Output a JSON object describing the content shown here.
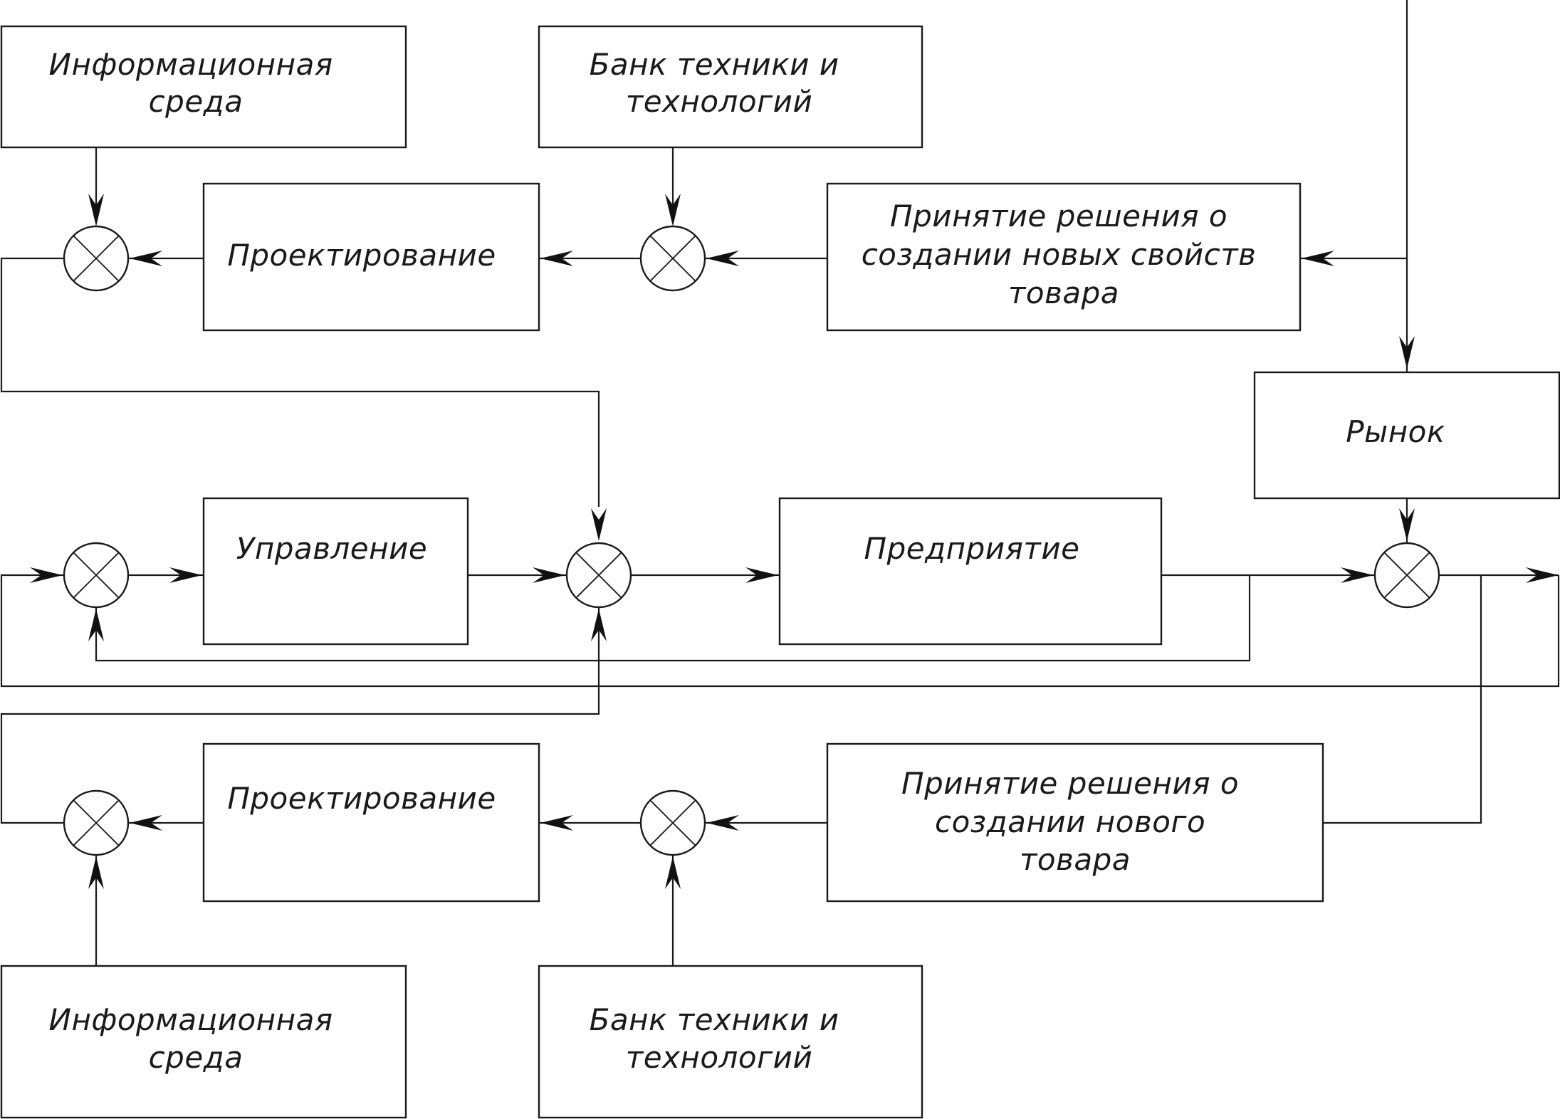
{
  "diagram": {
    "blocks": {
      "info_top": [
        "Информационная",
        "среда"
      ],
      "bank_top": [
        "Банк техники и",
        "технологий"
      ],
      "design_top": [
        "Проектирование"
      ],
      "decision_props": [
        "Принятие решения о",
        "создании новых свойств",
        "товара"
      ],
      "market": [
        "Рынок"
      ],
      "control": [
        "Управление"
      ],
      "enterprise": [
        "Предприятие"
      ],
      "design_bottom": [
        "Проектирование"
      ],
      "decision_new": [
        "Принятие решения о",
        "создании нового",
        "товара"
      ],
      "info_bottom": [
        "Информационная",
        "среда"
      ],
      "bank_bottom": [
        "Банк техники и",
        "технологий"
      ]
    },
    "summing_junctions": [
      "sum-top-left",
      "sum-top-mid",
      "sum-control-input",
      "sum-center",
      "sum-market",
      "sum-bottom-left",
      "sum-bottom-mid"
    ]
  }
}
